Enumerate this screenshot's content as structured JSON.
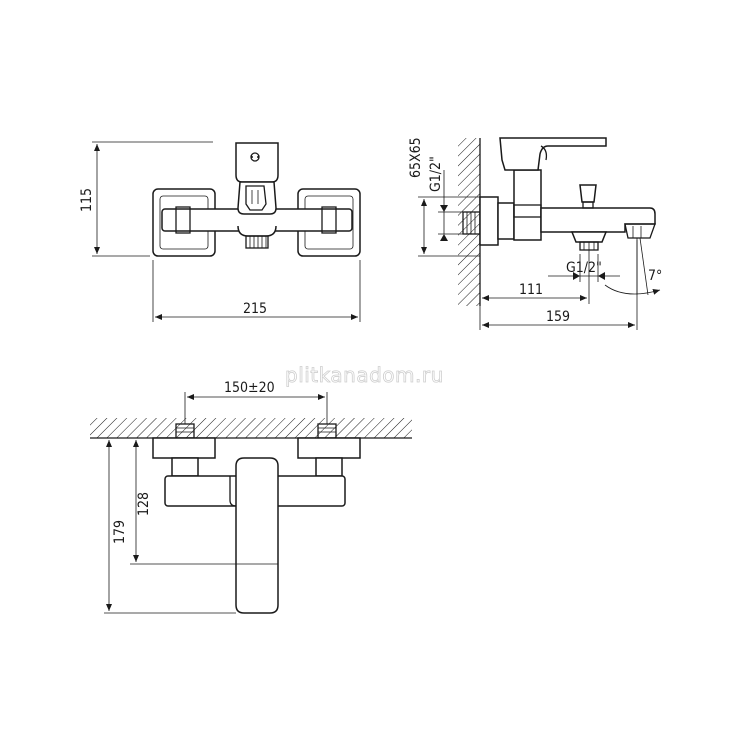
{
  "front_view": {
    "dim_height": "115",
    "dim_width": "215"
  },
  "side_view": {
    "dim_plate": "65X65",
    "dim_inlet": "G1/2\"",
    "dim_outlet": "G1/2\"",
    "dim_111": "111",
    "dim_159": "159",
    "dim_angle": "7°"
  },
  "top_view": {
    "dim_spacing": "150±20",
    "dim_128": "128",
    "dim_179": "179"
  },
  "watermark": "plitkanadom.ru"
}
